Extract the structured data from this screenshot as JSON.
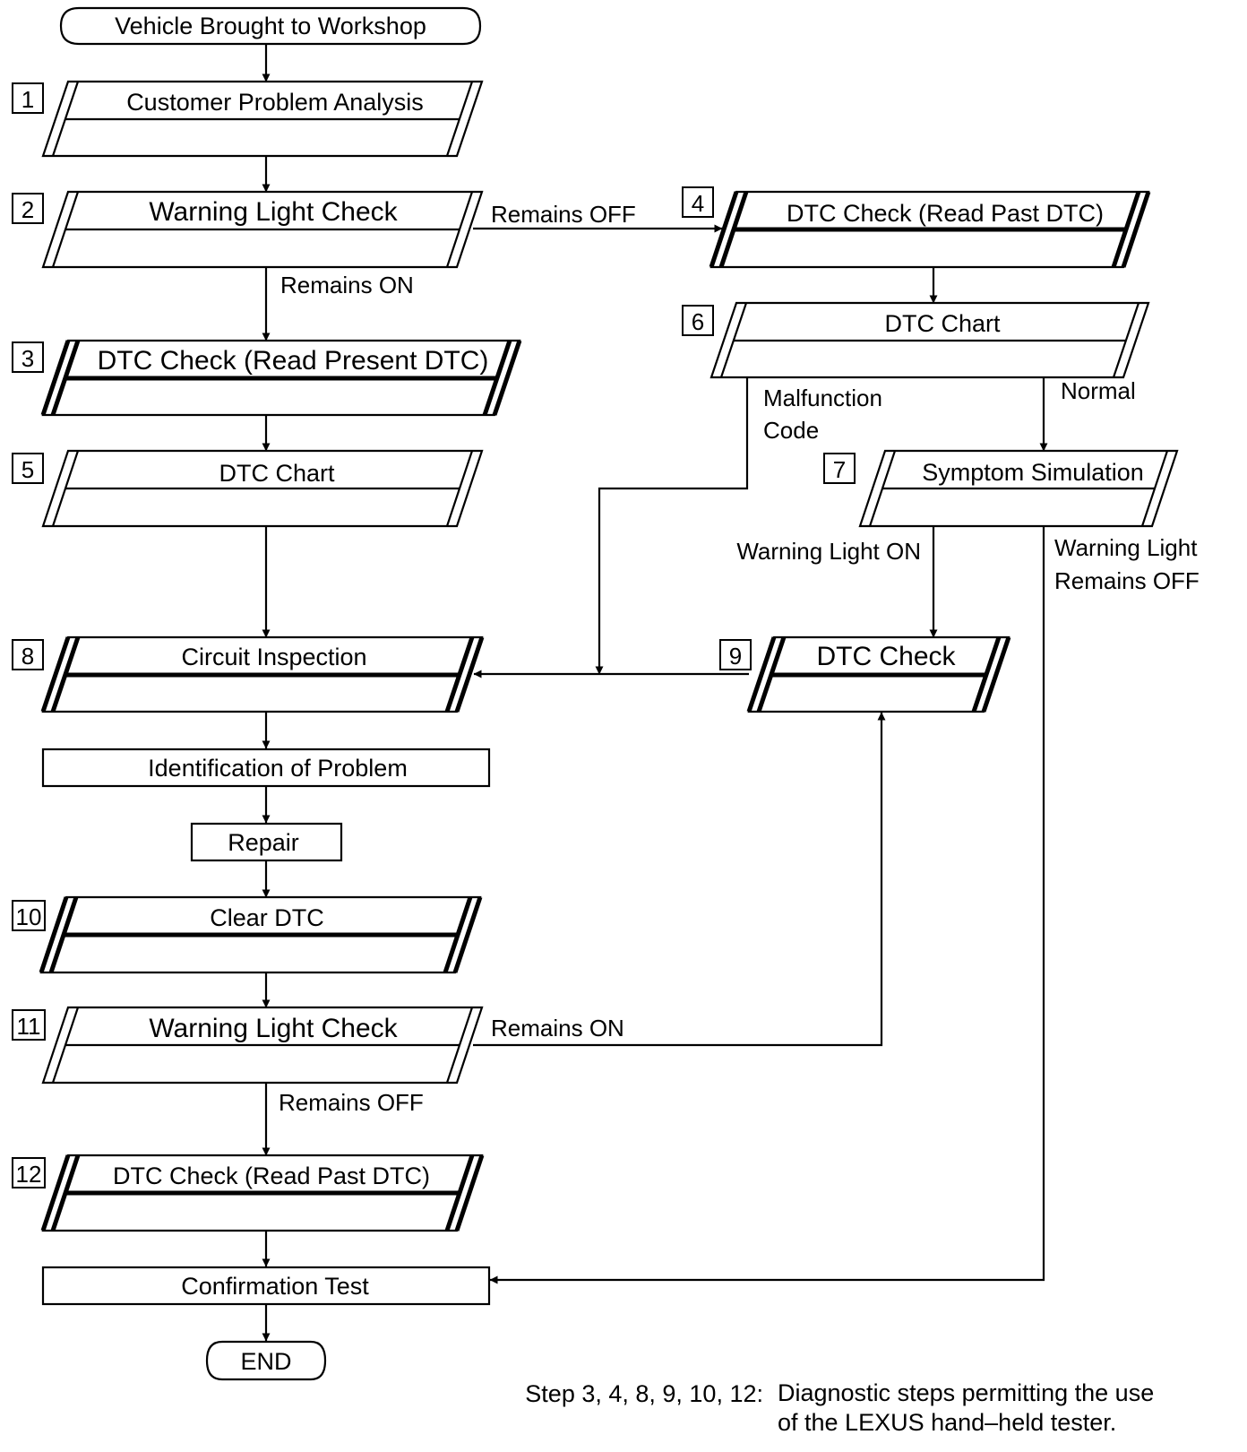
{
  "start": "Vehicle Brought to Workshop",
  "end": "END",
  "steps": {
    "s1": {
      "num": "1",
      "label": "Customer Problem Analysis"
    },
    "s2": {
      "num": "2",
      "label": "Warning Light Check"
    },
    "s3": {
      "num": "3",
      "label": "DTC Check (Read Present DTC)"
    },
    "s4": {
      "num": "4",
      "label": "DTC Check (Read Past DTC)"
    },
    "s5": {
      "num": "5",
      "label": "DTC Chart"
    },
    "s6": {
      "num": "6",
      "label": "DTC Chart"
    },
    "s7": {
      "num": "7",
      "label": "Symptom Simulation"
    },
    "s8": {
      "num": "8",
      "label": "Circuit Inspection"
    },
    "s9": {
      "num": "9",
      "label": "DTC Check"
    },
    "s10": {
      "num": "10",
      "label": "Clear DTC"
    },
    "s11": {
      "num": "11",
      "label": "Warning Light Check"
    },
    "s12": {
      "num": "12",
      "label": "DTC Check (Read Past DTC)"
    }
  },
  "boxes": {
    "identification": "Identification of Problem",
    "repair": "Repair",
    "confirmation": "Confirmation Test"
  },
  "conditions": {
    "remains_off_1": "Remains OFF",
    "remains_on_1": "Remains ON",
    "malfunction_1": "Malfunction",
    "malfunction_2": "Code",
    "normal": "Normal",
    "warning_on": "Warning Light ON",
    "warning_off_1": "Warning Light",
    "warning_off_2": "Remains OFF",
    "remains_on_2": "Remains ON",
    "remains_off_2": "Remains OFF"
  },
  "note": {
    "prefix": "Step 3, 4, 8, 9, 10, 12:",
    "line1": "Diagnostic steps permitting the use",
    "line2": "of the LEXUS hand–held tester."
  }
}
